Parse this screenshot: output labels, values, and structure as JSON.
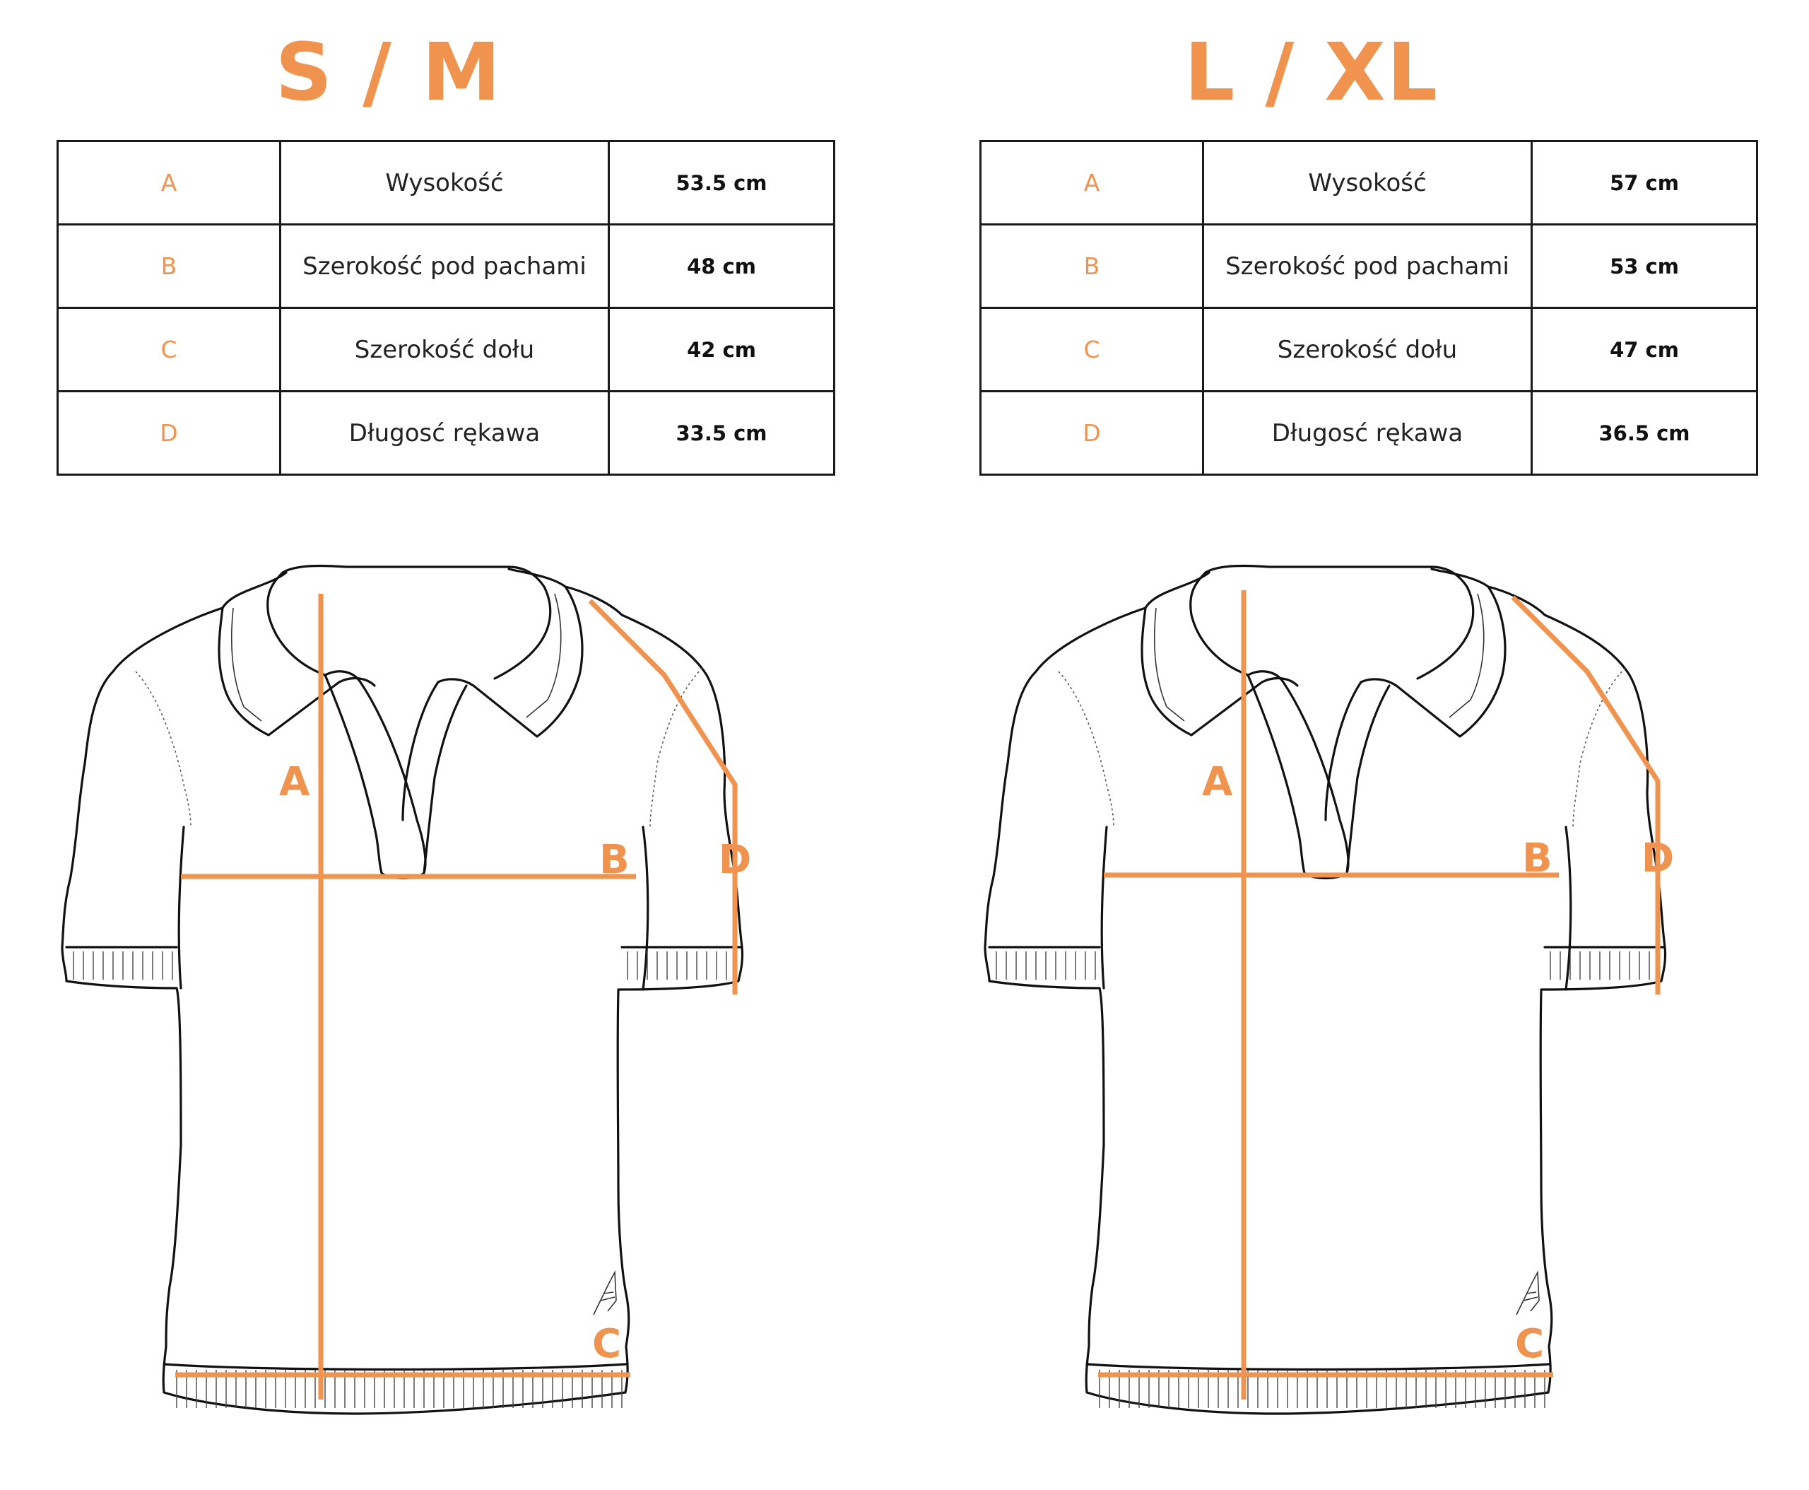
{
  "accent_color": "#F0934F",
  "line_color": "#111111",
  "panels": [
    {
      "size": "S / M",
      "rows": [
        {
          "key": "A",
          "name": "Wysokość",
          "value": "53.5 cm"
        },
        {
          "key": "B",
          "name": "Szerokość pod pachami",
          "value": "48 cm"
        },
        {
          "key": "C",
          "name": "Szerokość dołu",
          "value": "42 cm"
        },
        {
          "key": "D",
          "name": "Długosć rękawa",
          "value": "33.5 cm"
        }
      ],
      "labels": {
        "a": "A",
        "b": "B",
        "c": "C",
        "d": "D"
      }
    },
    {
      "size": "L / XL",
      "rows": [
        {
          "key": "A",
          "name": "Wysokość",
          "value": "57 cm"
        },
        {
          "key": "B",
          "name": "Szerokość pod pachami",
          "value": "53 cm"
        },
        {
          "key": "C",
          "name": "Szerokość dołu",
          "value": "47 cm"
        },
        {
          "key": "D",
          "name": "Długosć rękawa",
          "value": "36.5 cm"
        }
      ],
      "labels": {
        "a": "A",
        "b": "B",
        "c": "C",
        "d": "D"
      }
    }
  ],
  "icons": {
    "shirt": "polo-shirt-icon",
    "logo": "brand-logo-icon"
  }
}
